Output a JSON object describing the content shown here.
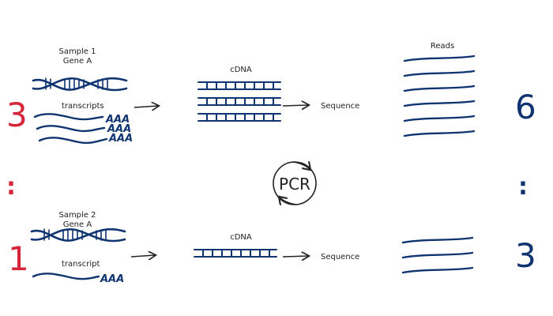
{
  "colors": {
    "accent_red": "#d62438",
    "navy": "#0f3470",
    "ink": "#222222"
  },
  "top": {
    "sample_label": "Sample 1",
    "gene_label": "Gene A",
    "transcripts_label": "transcripts",
    "polya": [
      "AAA",
      "AAA",
      "AAA"
    ],
    "cdna_label": "cDNA",
    "sequence_label": "Sequence",
    "reads_label": "Reads",
    "left_ratio": "3",
    "right_count": "6"
  },
  "middle": {
    "left_colon": ":",
    "pcr_label": "PCR",
    "right_colon": ":"
  },
  "bottom": {
    "sample_label": "Sample 2",
    "gene_label": "Gene A",
    "transcript_label": "transcript",
    "polya": [
      "AAA"
    ],
    "cdna_label": "cDNA",
    "sequence_label": "Sequence",
    "left_ratio": "1",
    "right_count": "3"
  }
}
